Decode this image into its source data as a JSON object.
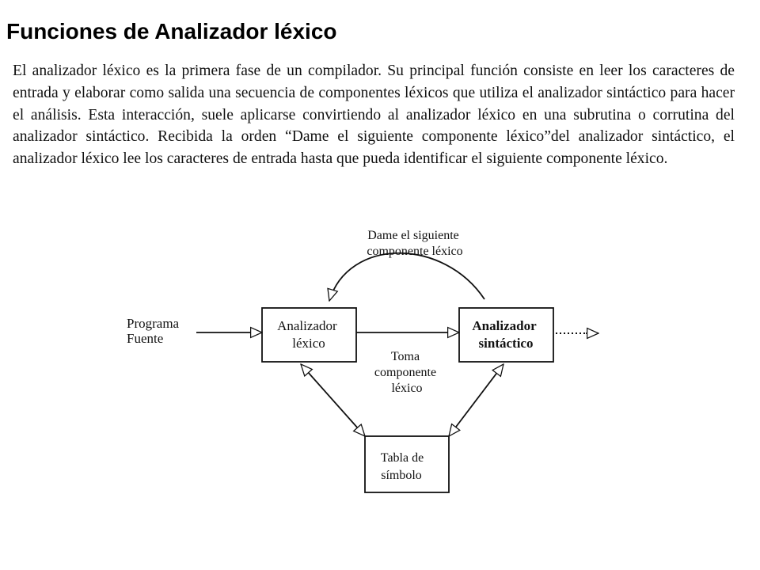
{
  "title": "Funciones de Analizador léxico",
  "paragraph": "El analizador léxico es la primera fase de un compilador. Su principal función consiste en leer los caracteres de entrada y elaborar como salida una secuencia de componentes léxicos que utiliza el analizador sintáctico para hacer el análisis. Esta interacción, suele aplicarse convirtiendo al analizador léxico en una subrutina o corrutina del analizador sintáctico. Recibida la orden “Dame el siguiente componente léxico”del analizador sintáctico, el analizador léxico lee los caracteres de entrada hasta que pueda identificar el siguiente componente léxico.",
  "diagram": {
    "source_label": [
      "Programa",
      "Fuente"
    ],
    "lexer_label": [
      "Analizador",
      "léxico"
    ],
    "parser_label": [
      "Analizador",
      "sintáctico"
    ],
    "request_label": [
      "Dame el siguiente",
      "componente léxico"
    ],
    "token_label": [
      "Toma",
      "componente",
      "léxico"
    ],
    "table_label": [
      "Tabla de",
      "símbolo"
    ],
    "stroke_color": "#111111"
  }
}
